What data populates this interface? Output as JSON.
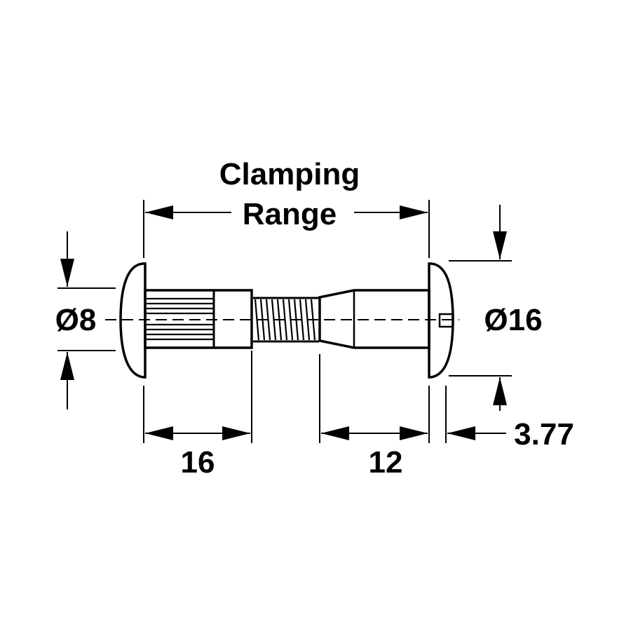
{
  "labels": {
    "clamping_line1": "Clamping",
    "clamping_line2": "Range",
    "diameter_small": "Ø8",
    "diameter_large": "Ø16",
    "length_left": "16",
    "length_right": "12",
    "head_thickness": "3.77"
  },
  "colors": {
    "ink": "#000000",
    "background": "#ffffff"
  }
}
